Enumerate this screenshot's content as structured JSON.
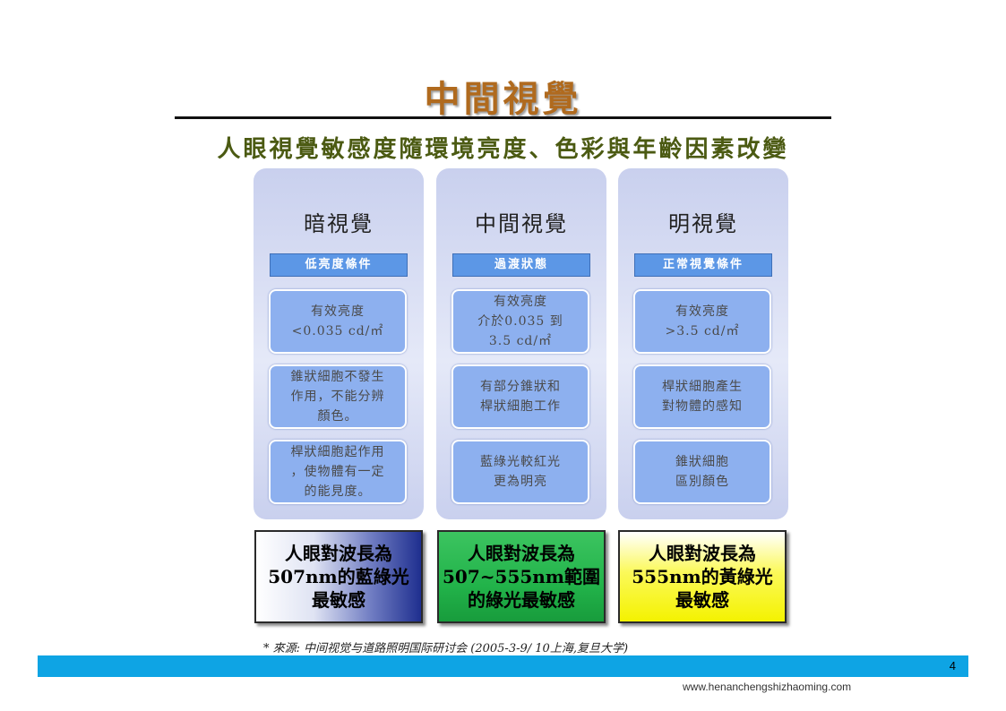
{
  "slide": {
    "title": "中間視覺",
    "subtitle": "人眼視覺敏感度隨環境亮度、色彩與年齡因素改變",
    "source": "* 來源: 中间视觉与道路照明国际研讨会 (2005-3-9/ 10上海,复旦大学)",
    "page_number": "4",
    "url": "www.henanchengshizhaoming.com"
  },
  "columns": [
    {
      "title": "暗視覺",
      "tag": "低亮度條件",
      "boxes": [
        "有效亮度\n<0.035 cd/㎡",
        "錐狀細胞不發生\n作用，不能分辨\n顏色。",
        "桿狀細胞起作用\n，使物體有一定\n的能見度。"
      ],
      "result": "人眼對波長為\n507nm的藍綠光\n最敏感"
    },
    {
      "title": "中間視覺",
      "tag": "過渡狀態",
      "boxes": [
        "有效亮度\n介於0.035 到\n3.5 cd/㎡",
        "有部分錐狀和\n桿狀細胞工作",
        "藍綠光較紅光\n更為明亮"
      ],
      "result": "人眼對波長為\n507~555nm範圍\n的綠光最敏感"
    },
    {
      "title": "明視覺",
      "tag": "正常視覺條件",
      "boxes": [
        "有效亮度\n>3.5 cd/㎡",
        "桿狀細胞產生\n對物體的感知",
        "錐狀細胞\n區別顏色"
      ],
      "result": "人眼對波長為\n555nm的黃綠光\n最敏感"
    }
  ],
  "colors": {
    "title": "#b06a1e",
    "subtitle": "#4b5a12",
    "tag": "#5c97e6",
    "box": "#8db0ef",
    "result_blue": "#1f2f8f",
    "result_green": "#22b34a",
    "result_yellow": "#f4f200",
    "footer_bar": "#0ea4e4"
  }
}
